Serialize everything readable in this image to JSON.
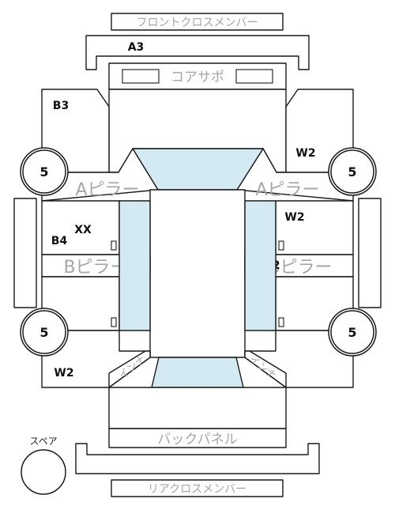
{
  "labels": {
    "front_crossmember": "フロントクロスメンバー",
    "core_support": "コアサポ",
    "a_pillar": "Aピラー",
    "b_pillar": "Bピラー",
    "back_panel": "バックパネル",
    "rear_crossmember": "リアクロスメンバー",
    "spare": "スペア",
    "inner_front_left": "インナ",
    "inner_front_right": "インナ"
  },
  "codes": {
    "front_crossmember": "A3",
    "front_left_fender": "B3",
    "front_right_fender": "W2",
    "left_front_door": "XX",
    "left_door_lower": "B4",
    "right_front_door": "W2",
    "right_b_pillar": "W2",
    "left_rear_fender": "W2"
  },
  "tires": {
    "front_left": "5",
    "front_right": "5",
    "rear_left": "5",
    "rear_right": "5"
  },
  "colors": {
    "line": "#1a1a1a",
    "glass": "#d4eaf2",
    "label_gray": "#a6a6a6"
  }
}
